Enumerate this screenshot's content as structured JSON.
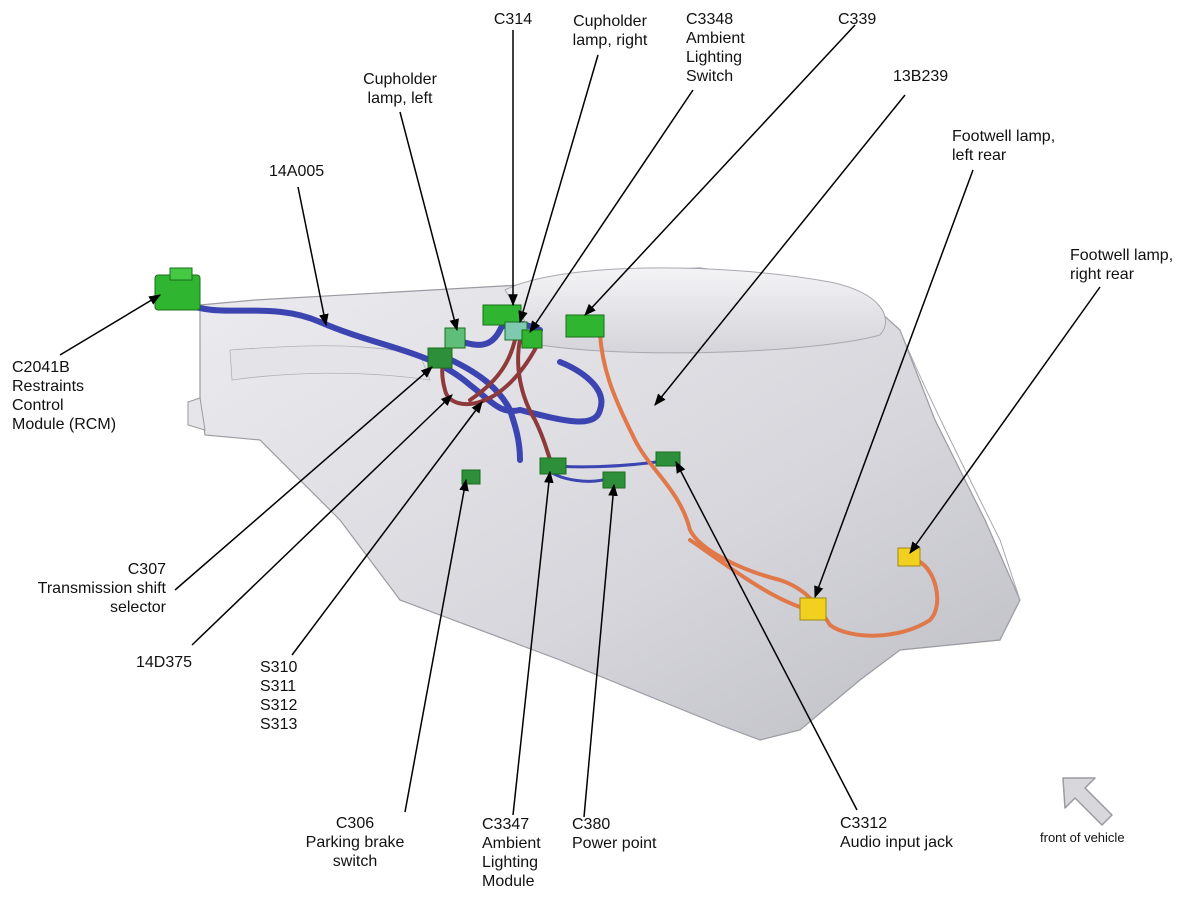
{
  "labels": {
    "c314": "C314",
    "cupholder_right": "Cupholder\nlamp, right",
    "c3348": "C3348\nAmbient\nLighting\nSwitch",
    "c339": "C339",
    "c13b239": "13B239",
    "cupholder_left": "Cupholder\nlamp, left",
    "footwell_left_rear": "Footwell lamp,\nleft rear",
    "c14a005": "14A005",
    "footwell_right_rear": "Footwell lamp,\nright rear",
    "c2041b": "C2041B\nRestraints\nControl\nModule (RCM)",
    "c307": "C307\nTransmission shift\nselector",
    "c14d375": "14D375",
    "s310_313": "S310\nS311\nS312\nS313",
    "c306": "C306\nParking brake\nswitch",
    "c3347": "C3347\nAmbient\nLighting\nModule",
    "c380": "C380\nPower point",
    "c3312": "C3312\nAudio input jack",
    "front_of_vehicle": "front of vehicle"
  },
  "colors": {
    "console_body": "#d9d9de",
    "console_shadow": "#b8b8bf",
    "harness_blue": "#3b44b0",
    "harness_maroon": "#8e3a3a",
    "harness_orange": "#e0784a",
    "connector_green": "#2fb52f",
    "connector_yellow": "#f2d020",
    "leader_line": "#000000"
  }
}
